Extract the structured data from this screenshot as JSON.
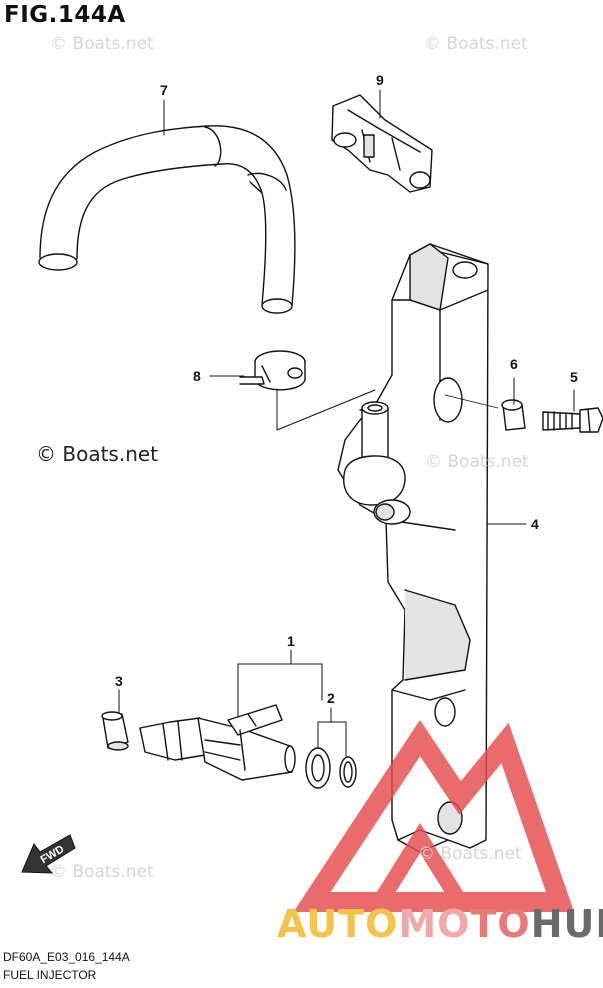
{
  "figure": {
    "title": "FIG.144A"
  },
  "watermarks": {
    "text": "© Boats.net",
    "main": "© Boats.net"
  },
  "callouts": [
    "1",
    "2",
    "3",
    "4",
    "5",
    "6",
    "7",
    "8",
    "9"
  ],
  "footer": {
    "code": "DF60A_E03_016_144A",
    "name": "FUEL INJECTOR"
  },
  "fwd_label": "FWD",
  "brand": {
    "part1": "AUTO",
    "part2": "MO",
    "part3": "TO",
    "part4": "HUB"
  },
  "colors": {
    "line": "#111111",
    "shade": "#e3e3e3",
    "logo_red": "#e54b4b",
    "logo_yellow": "#f6c34a",
    "logo_gray": "#6a6a6a"
  }
}
